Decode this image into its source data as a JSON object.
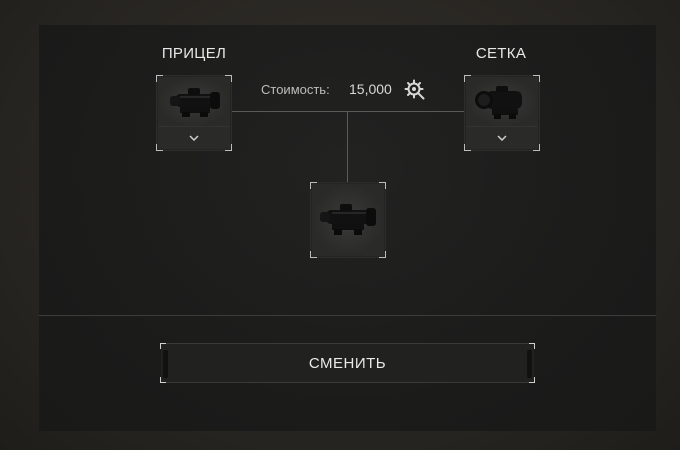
{
  "header": {
    "sight_label": "ПРИЦЕЛ",
    "reticle_label": "СЕТКА"
  },
  "cost": {
    "label": "Стоимость:",
    "value": "15,000",
    "icon": "currency-gear-icon"
  },
  "slots": {
    "sight": {
      "icon": "scope-icon",
      "dropdown_icon": "chevron-down-icon"
    },
    "reticle": {
      "icon": "scope-icon",
      "dropdown_icon": "chevron-down-icon"
    },
    "result": {
      "icon": "scope-icon"
    }
  },
  "action": {
    "change_label": "СМЕНИТЬ"
  },
  "colors": {
    "panel": "#1c1c1b",
    "text": "#e8e8e8",
    "accent_lines": "#5a5a58"
  }
}
